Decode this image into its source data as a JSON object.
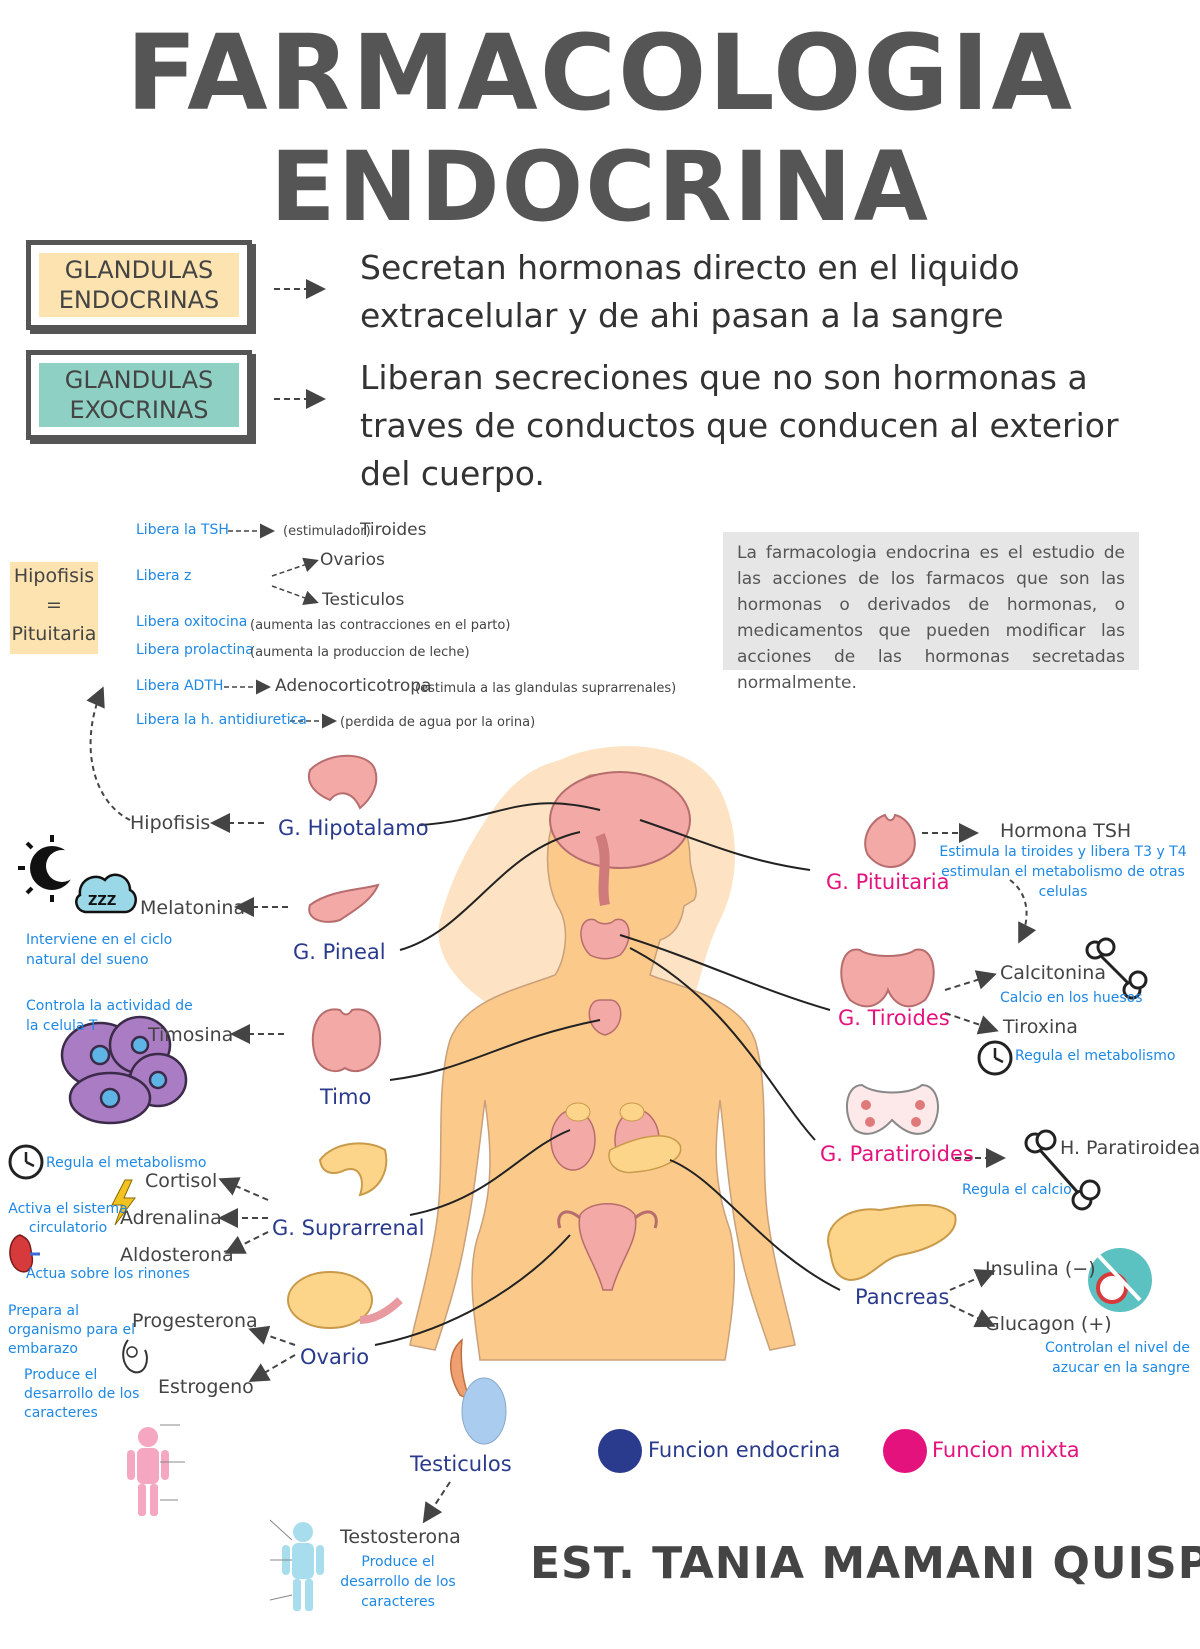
{
  "title": {
    "line1": "FARMACOLOGIA",
    "line2": "ENDOCRINA"
  },
  "glands": {
    "endocrine": {
      "label": "GLANDULAS ENDOCRINAS",
      "description": "Secretan hormonas directo en el liquido extracelular y de ahi pasan a la sangre",
      "color": "#fde3b0"
    },
    "exocrine": {
      "label": "GLANDULAS EXOCRINAS",
      "description": "Liberan secreciones que no son hormonas a traves de conductos que conducen al exterior del cuerpo.",
      "color": "#8ed1c4"
    }
  },
  "hipofisis_box": {
    "line1": "Hipofisis",
    "line2": "=",
    "line3": "Pituitaria",
    "color": "#fde3b0"
  },
  "hipofisis_list": [
    {
      "label": "Libera la TSH",
      "note": "(estimulador)",
      "target": "Tiroides"
    },
    {
      "label": "Libera z",
      "targets": [
        "Ovarios",
        "Testiculos"
      ]
    },
    {
      "label": "Libera oxitocina",
      "note": "(aumenta las contracciones en el parto)"
    },
    {
      "label": "Libera prolactina",
      "note": "(aumenta la produccion de leche)"
    },
    {
      "label": "Libera ADTH",
      "target": "Adenocorticotropa",
      "note": "(estimula a las glandulas suprarrenales)"
    },
    {
      "label": "Libera la h. antidiuretica",
      "note": "(perdida de agua por la orina)"
    }
  ],
  "info": "La farmacologia endocrina es el estudio de las acciones de los farmacos que son las hormonas o derivados de hormonas, o medicamentos que pueden modificar las acciones de las hormonas secretadas normalmente.",
  "left": {
    "hipotalamo": {
      "gland": "G. Hipotalamo",
      "target": "Hipofisis"
    },
    "pineal": {
      "gland": "G. Pineal",
      "hormone": "Melatonina",
      "note": "Interviene en el ciclo natural del sueno"
    },
    "timo": {
      "gland": "Timo",
      "hormone": "Timosina",
      "note": "Controla la actividad de la celula T"
    },
    "suprarrenal": {
      "gland": "G. Suprarrenal",
      "hormones": [
        "Cortisol",
        "Adrenalina",
        "Aldosterona"
      ],
      "notes": [
        "Regula el metabolismo",
        "Activa el sistema circulatorio",
        "Actua sobre los rinones"
      ]
    },
    "ovario": {
      "gland": "Ovario",
      "hormones": [
        "Progesterona",
        "Estrogeno"
      ],
      "notes": [
        "Prepara al organismo para el embarazo",
        "Produce el desarrollo de los caracteres"
      ]
    },
    "testiculos": {
      "gland": "Testiculos",
      "hormone": "Testosterona",
      "note": "Produce el desarrollo de los caracteres"
    }
  },
  "right": {
    "pituitaria": {
      "gland": "G. Pituitaria",
      "hormone": "Hormona TSH",
      "note": "Estimula la tiroides y libera T3 y T4 estimulan el metabolismo de otras celulas"
    },
    "tiroides": {
      "gland": "G. Tiroides",
      "hormones": [
        "Calcitonina",
        "Tiroxina"
      ],
      "notes": [
        "Calcio en los huesos",
        "Regula el metabolismo"
      ]
    },
    "paratiroides": {
      "gland": "G. Paratiroides",
      "hormone": "H. Paratiroidea",
      "note": "Regula el calcio"
    },
    "pancreas": {
      "gland": "Pancreas",
      "hormones": [
        "Insulina (−)",
        "Glucagon (+)"
      ],
      "note": "Controlan el nivel de azucar en la sangre"
    }
  },
  "legend": [
    {
      "label": "Funcion endocrina",
      "color": "#2a3a8c"
    },
    {
      "label": "Funcion mixta",
      "color": "#e4127d"
    }
  ],
  "author": "EST. TANIA MAMANI QUISPE",
  "colors": {
    "blue_note": "#1e88e5",
    "navy": "#2a3a8c",
    "pink": "#e4127d",
    "body": "#fbc98a",
    "organ": "#f0a0a0"
  }
}
